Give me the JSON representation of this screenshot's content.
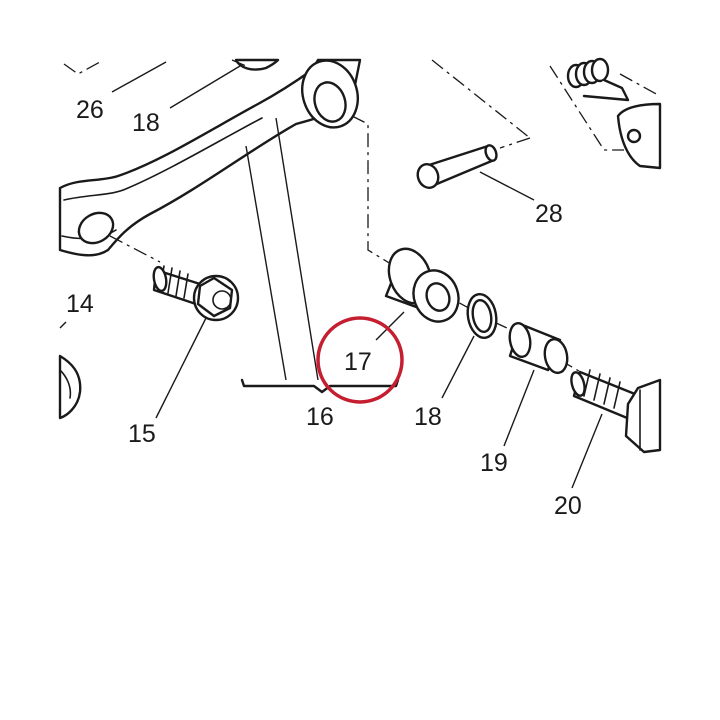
{
  "callouts": {
    "c26": "26",
    "c18_top": "18",
    "c28": "28",
    "c14": "14",
    "c15": "15",
    "c16": "16",
    "c17": "17",
    "c18_mid": "18",
    "c19": "19",
    "c20": "20"
  },
  "highlight": {
    "target_callout": "17",
    "color": "#c41e30"
  },
  "colors": {
    "line": "#1a1a1a",
    "background": "#ffffff",
    "part_fill": "#ffffff"
  }
}
